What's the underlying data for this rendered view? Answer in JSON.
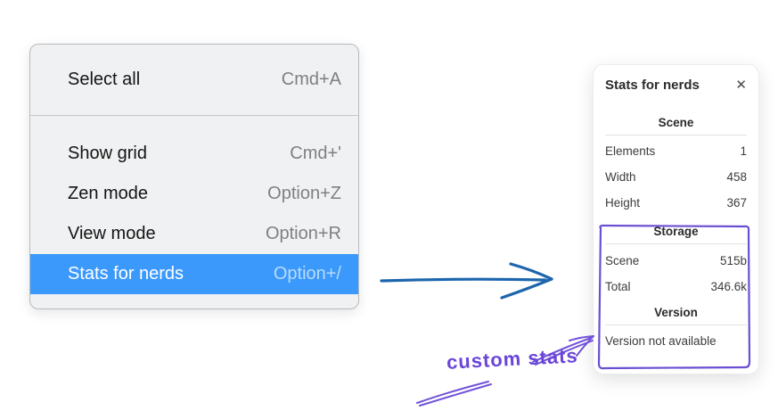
{
  "menu": {
    "groups": [
      {
        "items": [
          {
            "label": "Select all",
            "shortcut": "Cmd+A"
          }
        ]
      },
      {
        "items": [
          {
            "label": "Show grid",
            "shortcut": "Cmd+'"
          },
          {
            "label": "Zen mode",
            "shortcut": "Option+Z"
          },
          {
            "label": "View mode",
            "shortcut": "Option+R"
          },
          {
            "label": "Stats for nerds",
            "shortcut": "Option+/",
            "highlighted": true
          }
        ]
      }
    ],
    "highlight_color": "#3b99fc"
  },
  "stats_panel": {
    "title": "Stats for nerds",
    "close_icon": "✕",
    "scene": {
      "heading": "Scene",
      "rows": [
        {
          "label": "Elements",
          "value": "1"
        },
        {
          "label": "Width",
          "value": "458"
        },
        {
          "label": "Height",
          "value": "367"
        }
      ]
    },
    "storage": {
      "heading": "Storage",
      "rows": [
        {
          "label": "Scene",
          "value": "515b"
        },
        {
          "label": "Total",
          "value": "346.6k"
        }
      ]
    },
    "version": {
      "heading": "Version",
      "note": "Version not available"
    }
  },
  "annotations": {
    "label": "custom stats",
    "label_color": "#6b45d8",
    "highlight_box_color": "#6b4fd2",
    "pointer_arrow_color": "#7152d8",
    "main_arrow_color": "#1d65ad"
  }
}
